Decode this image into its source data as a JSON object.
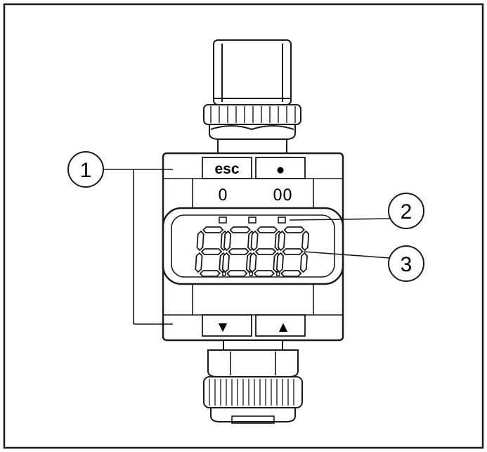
{
  "buttons": {
    "esc_label": "esc",
    "enter_symbol": "●",
    "down_symbol": "▼",
    "up_symbol": "▲"
  },
  "leds": {
    "led1_mark": "0",
    "led2_mark": "00"
  },
  "display": {
    "digits": "8888"
  },
  "callouts": [
    {
      "number": "1"
    },
    {
      "number": "2"
    },
    {
      "number": "3"
    }
  ],
  "colors": {
    "line": "#1a1a1a",
    "fill": "#ffffff",
    "segment": "#1a1a1a"
  }
}
